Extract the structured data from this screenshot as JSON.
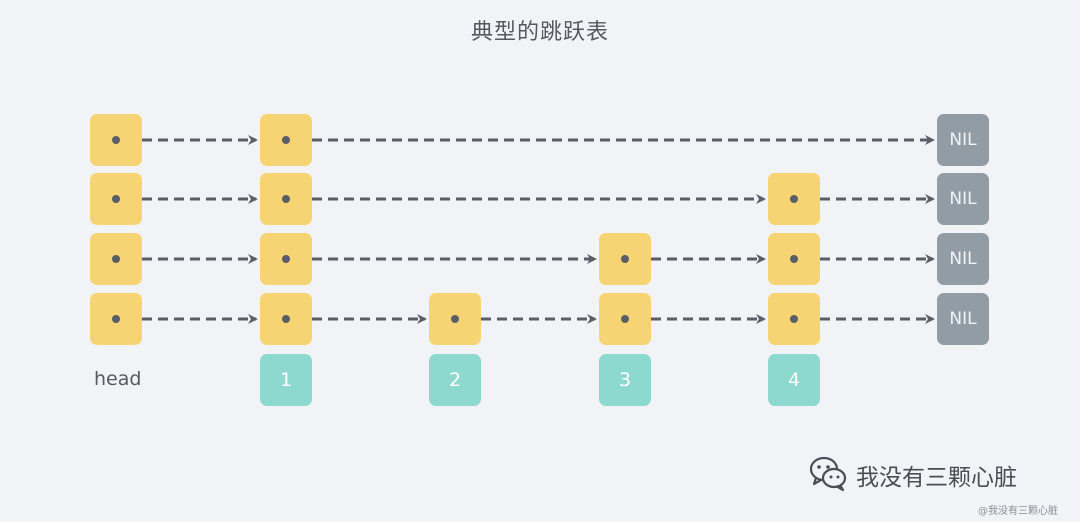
{
  "title": "典型的跳跃表",
  "head_label": "head",
  "nil_label": "NIL",
  "index_labels": [
    "1",
    "2",
    "3",
    "4"
  ],
  "watermark": {
    "main": "我没有三颗心脏",
    "sub": "@我没有三颗心脏",
    "icon": "wechat-icon"
  },
  "colors": {
    "node": "#f7d473",
    "nil": "#919ca5",
    "index": "#8ed9cf",
    "arrow": "#5a5e66",
    "dot": "#5a5e66",
    "text": "#555a60"
  },
  "structure": {
    "head_levels": 4,
    "node_levels": [
      4,
      1,
      2,
      3
    ]
  }
}
